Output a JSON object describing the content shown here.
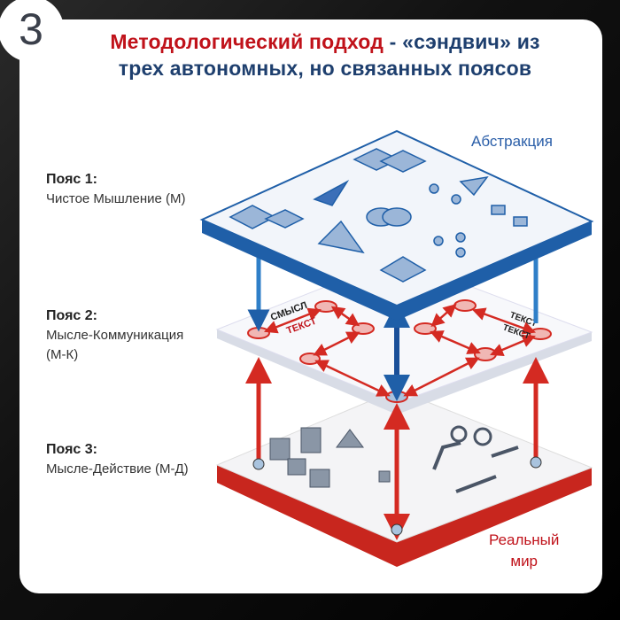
{
  "slide_number": "3",
  "title": {
    "highlight": "Методологический подход",
    "rest_line1": " - «сэндвич» из",
    "line2": "трех автономных, но связанных поясов"
  },
  "belts": [
    {
      "heading": "Пояс 1:",
      "name": "Чистое Мышление (М)"
    },
    {
      "heading": "Пояс 2:",
      "name": "Мысле-Коммуникация",
      "name2": "(М-К)"
    },
    {
      "heading": "Пояс 3:",
      "name": "Мысле-Действие (М-Д)"
    }
  ],
  "corner_labels": {
    "top": "Абстракция",
    "bottom_line1": "Реальный",
    "bottom_line2": "мир"
  },
  "diagram_texts": {
    "smysl": "СМЫСЛ",
    "tekst": "ТЕКСТ"
  },
  "colors": {
    "blue": "#1f5fa8",
    "red": "#d42a22",
    "title_red": "#c0121a",
    "title_blue": "#1e3f6e"
  }
}
